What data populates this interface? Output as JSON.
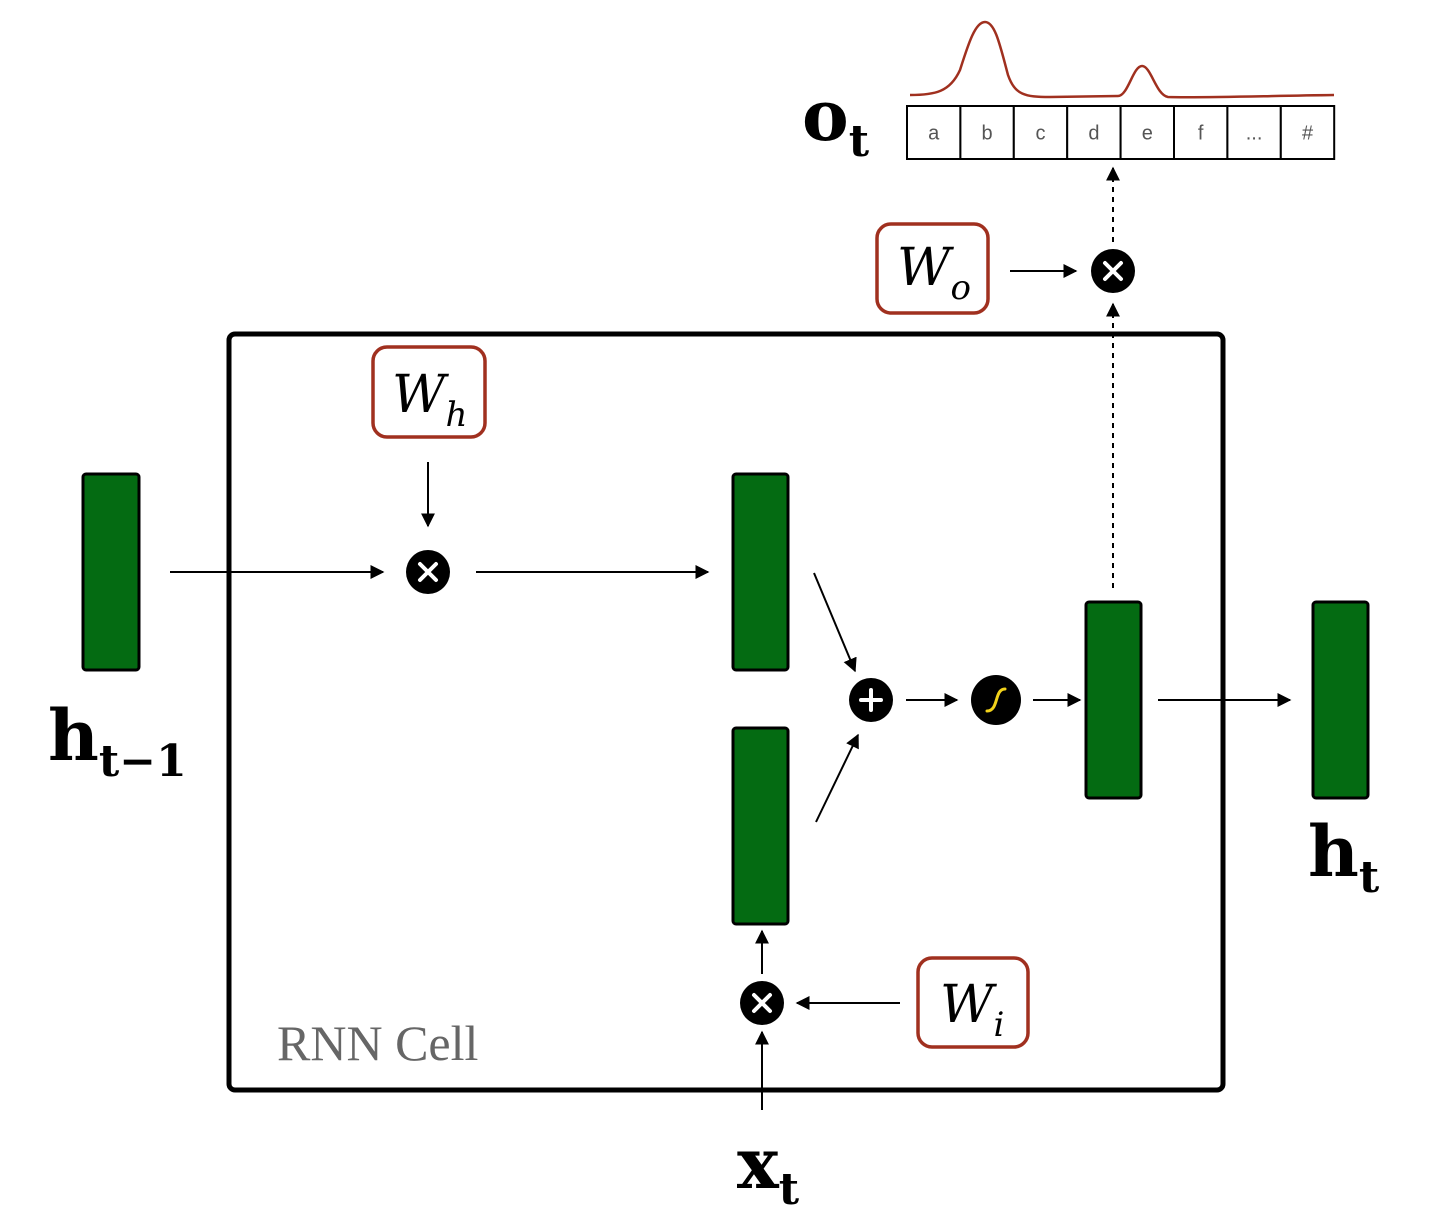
{
  "labels": {
    "h_prev_main": "h",
    "h_prev_sub": "t−1",
    "h_t_main": "h",
    "h_t_sub": "t",
    "x_t_main": "x",
    "x_t_sub": "t",
    "o_t_main": "o",
    "o_t_sub": "t",
    "cell": "RNN Cell"
  },
  "weights": {
    "wh_main": "W",
    "wh_sub": "h",
    "wi_main": "W",
    "wi_sub": "i",
    "wo_main": "W",
    "wo_sub": "o"
  },
  "vocab": [
    "a",
    "b",
    "c",
    "d",
    "e",
    "f",
    "...",
    "#"
  ],
  "colors": {
    "vector": "#046b12",
    "weight_border": "#a0301f",
    "distribution": "#a0301f",
    "sigmoid": "#f2d21b"
  },
  "icons": {
    "multiply": "multiply-icon",
    "add": "add-icon",
    "sigmoid": "sigmoid-icon"
  }
}
